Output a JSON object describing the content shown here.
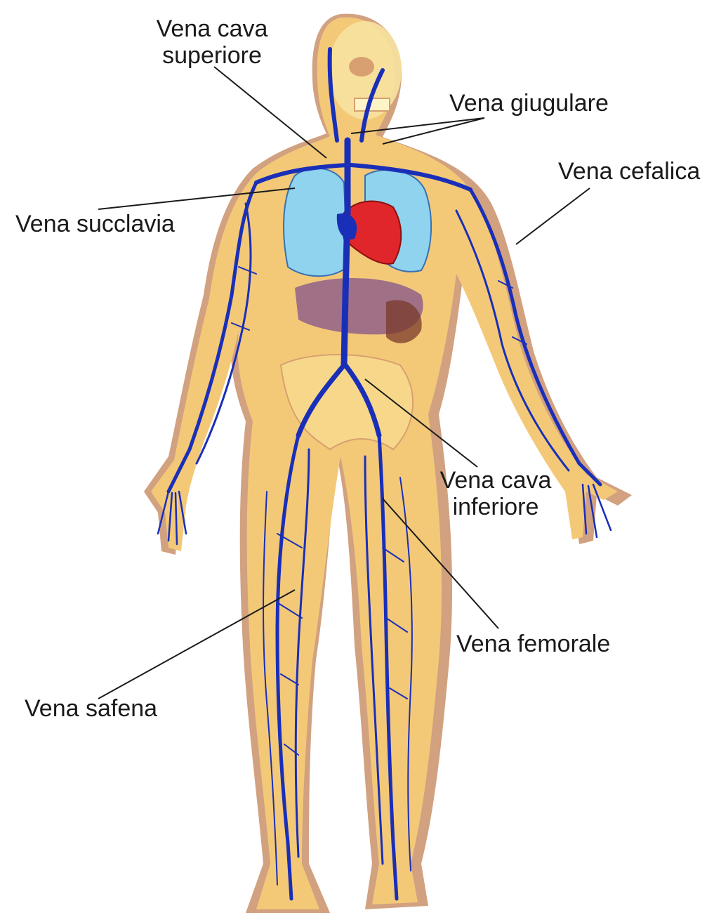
{
  "labels": {
    "vena_cava_superiore_line1": "Vena cava",
    "vena_cava_superiore_line2": "superiore",
    "vena_giugulare": "Vena giugulare",
    "vena_cefalica": "Vena cefalica",
    "vena_succlavia": "Vena succlavia",
    "vena_cava_inferiore_line1": "Vena cava",
    "vena_cava_inferiore_line2": "inferiore",
    "vena_femorale": "Vena femorale",
    "vena_safena": "Vena safena"
  },
  "colors": {
    "skin": "#f3c978",
    "skin_shadow": "#c9906a",
    "bone": "#f7e2a0",
    "vein": "#1a2fb8",
    "lung": "#8fd3ee",
    "heart": "#e0262a",
    "organ": "#8a5a8a",
    "leader_line": "#1a1a1a"
  }
}
